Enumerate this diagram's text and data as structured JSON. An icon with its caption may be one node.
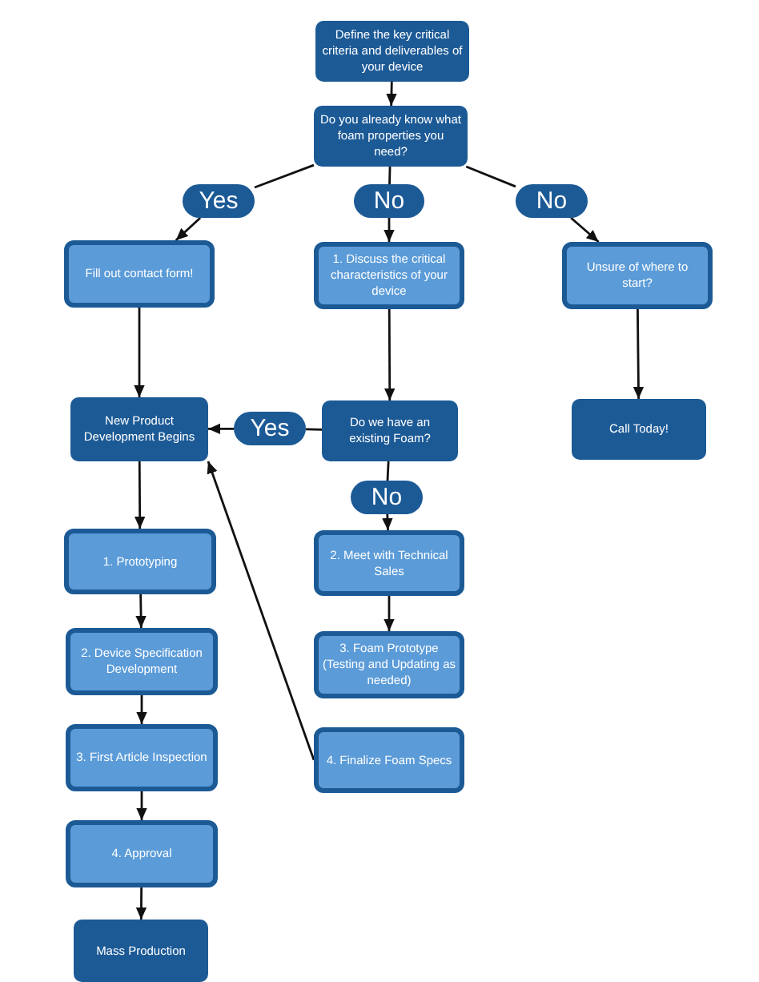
{
  "diagram": {
    "nodes": [
      {
        "text": [
          "Define the key critical criteria and deliverables of your device"
        ]
      },
      {
        "text": [
          "Do you already know what foam properties you need?"
        ]
      },
      {
        "text": [
          "Yes"
        ]
      },
      {
        "text": [
          "No"
        ]
      },
      {
        "text": [
          "No"
        ]
      },
      {
        "text": [
          "Fill out contact form!"
        ]
      },
      {
        "text": [
          "1. Discuss the critical characteristics of your device"
        ]
      },
      {
        "text": [
          "Unsure of where to start?"
        ]
      },
      {
        "text": [
          "New Product Development Begins"
        ]
      },
      {
        "text": [
          "Yes"
        ]
      },
      {
        "text": [
          "Do we have an existing Foam?"
        ]
      },
      {
        "text": [
          "Call Today!"
        ]
      },
      {
        "text": [
          "No"
        ]
      },
      {
        "text": [
          "1. Prototyping"
        ]
      },
      {
        "text": [
          "2. Meet with Technical Sales"
        ]
      },
      {
        "text": [
          "2. Device Specification Development"
        ]
      },
      {
        "text": [
          "3. Foam Prototype (Testing and Updating as needed)"
        ]
      },
      {
        "text": [
          "3. First Article Inspection"
        ]
      },
      {
        "text": [
          "4. Finalize Foam Specs"
        ]
      },
      {
        "text": [
          "4. Approval"
        ]
      },
      {
        "text": [
          "Mass Production"
        ]
      }
    ],
    "edges": [
      {
        "from": 0,
        "to": 1,
        "arrow": "to"
      },
      {
        "from": 1,
        "to": 2,
        "arrow": "none"
      },
      {
        "from": 2,
        "to": 5,
        "arrow": "to"
      },
      {
        "from": 1,
        "to": 3,
        "arrow": "none"
      },
      {
        "from": 3,
        "to": 6,
        "arrow": "to"
      },
      {
        "from": 1,
        "to": 4,
        "arrow": "none"
      },
      {
        "from": 4,
        "to": 7,
        "arrow": "to"
      },
      {
        "from": 5,
        "to": 8,
        "arrow": "to"
      },
      {
        "from": 6,
        "to": 10,
        "arrow": "to"
      },
      {
        "from": 7,
        "to": 11,
        "arrow": "to"
      },
      {
        "from": 10,
        "to": 9,
        "arrow": "none"
      },
      {
        "from": 9,
        "to": 8,
        "arrow": "to"
      },
      {
        "from": 10,
        "to": 12,
        "arrow": "none"
      },
      {
        "from": 12,
        "to": 14,
        "arrow": "to"
      },
      {
        "from": 14,
        "to": 16,
        "arrow": "to"
      },
      {
        "from": 18,
        "to": 8,
        "arrow": "to"
      },
      {
        "from": 8,
        "to": 13,
        "arrow": "to"
      },
      {
        "from": 13,
        "to": 15,
        "arrow": "to"
      },
      {
        "from": 15,
        "to": 17,
        "arrow": "to"
      },
      {
        "from": 17,
        "to": 19,
        "arrow": "to"
      },
      {
        "from": 19,
        "to": 20,
        "arrow": "to"
      }
    ]
  }
}
